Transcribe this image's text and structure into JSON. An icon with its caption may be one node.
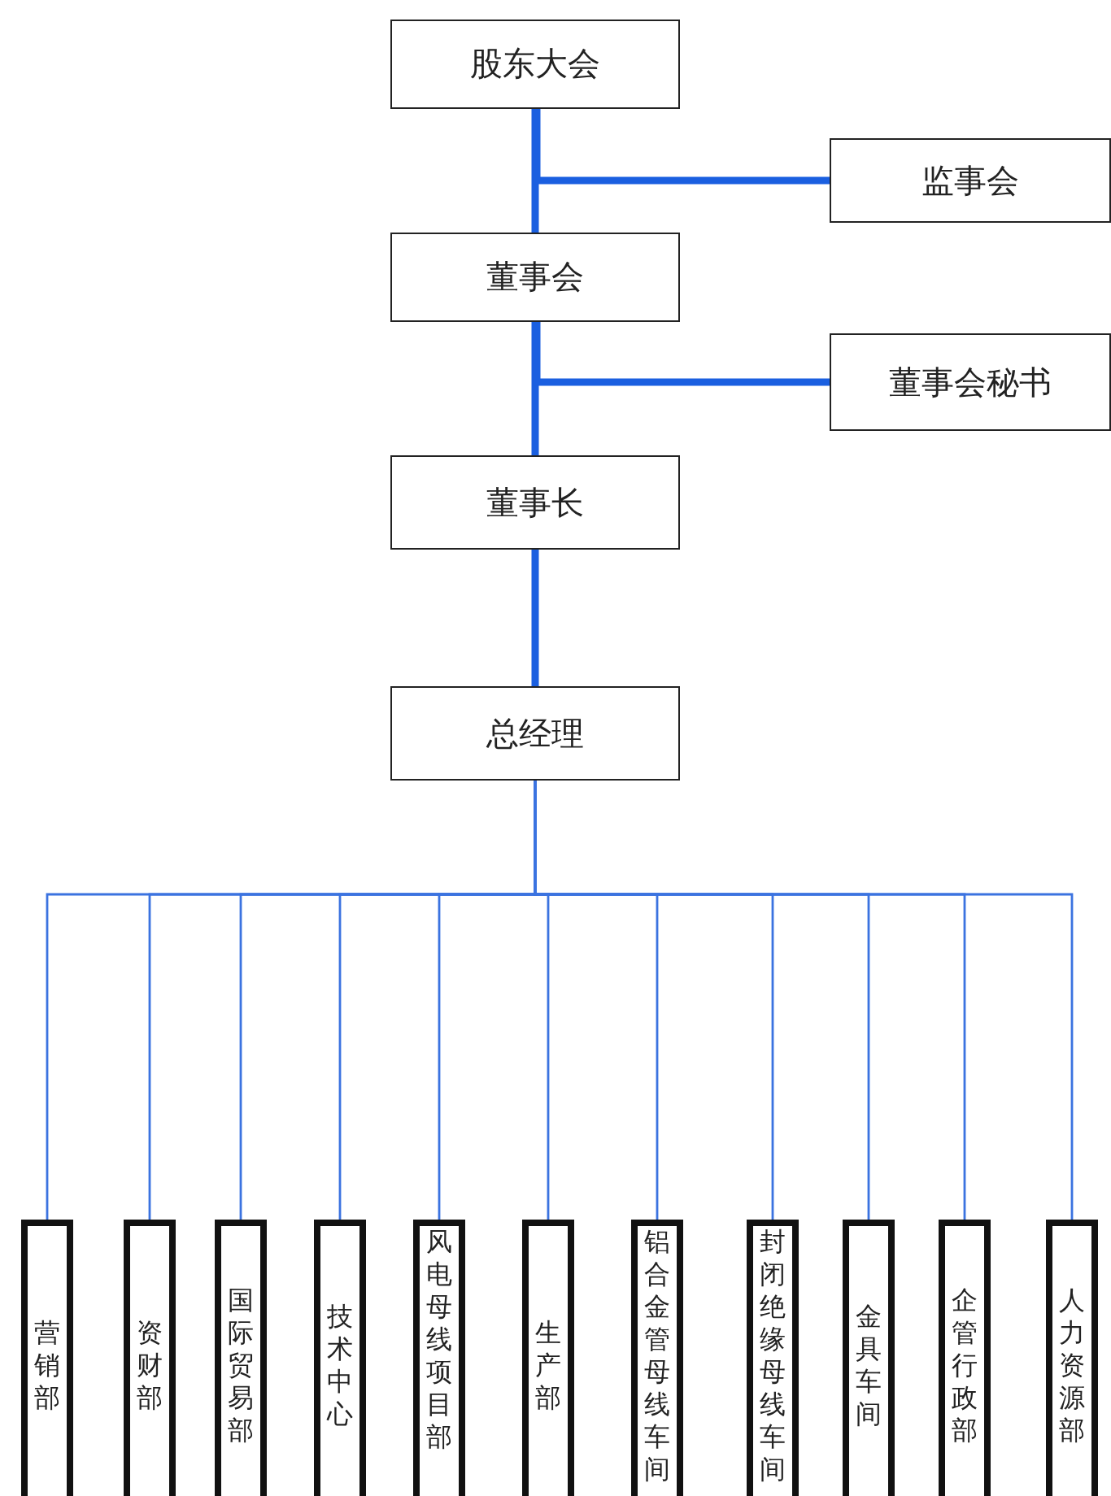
{
  "diagram": {
    "nodes": [
      {
        "text": [
          "股东大会"
        ]
      },
      {
        "text": [
          "监事会"
        ]
      },
      {
        "text": [
          "董事会"
        ]
      },
      {
        "text": [
          "董事会秘书"
        ]
      },
      {
        "text": [
          "董事长"
        ]
      },
      {
        "text": [
          "总经理"
        ]
      },
      {
        "text": [
          "营销部"
        ]
      },
      {
        "text": [
          "资财部"
        ]
      },
      {
        "text": [
          "国际贸易部"
        ]
      },
      {
        "text": [
          "技术中心"
        ]
      },
      {
        "text": [
          "风电母线项目部"
        ]
      },
      {
        "text": [
          "生产部"
        ]
      },
      {
        "text": [
          "铝合金管母线车间"
        ]
      },
      {
        "text": [
          "封闭绝缘母线车间"
        ]
      },
      {
        "text": [
          "金具车间"
        ]
      },
      {
        "text": [
          "企管行政部"
        ]
      },
      {
        "text": [
          "人力资源部"
        ]
      }
    ],
    "edges": [
      {
        "from": 0,
        "to": 2,
        "arrow": "none",
        "style": "thick"
      },
      {
        "from": 0,
        "to": 1,
        "arrow": "none",
        "style": "thick"
      },
      {
        "from": 2,
        "to": 4,
        "arrow": "none",
        "style": "thick"
      },
      {
        "from": 2,
        "to": 3,
        "arrow": "none",
        "style": "thick"
      },
      {
        "from": 4,
        "to": 5,
        "arrow": "none",
        "style": "thick"
      },
      {
        "from": 5,
        "to": 6,
        "arrow": "none"
      },
      {
        "from": 5,
        "to": 7,
        "arrow": "none"
      },
      {
        "from": 5,
        "to": 8,
        "arrow": "none"
      },
      {
        "from": 5,
        "to": 9,
        "arrow": "none"
      },
      {
        "from": 5,
        "to": 10,
        "arrow": "none"
      },
      {
        "from": 5,
        "to": 11,
        "arrow": "none"
      },
      {
        "from": 5,
        "to": 12,
        "arrow": "none"
      },
      {
        "from": 5,
        "to": 13,
        "arrow": "none"
      },
      {
        "from": 5,
        "to": 14,
        "arrow": "none"
      },
      {
        "from": 5,
        "to": 15,
        "arrow": "none"
      },
      {
        "from": 5,
        "to": 16,
        "arrow": "none"
      }
    ]
  }
}
